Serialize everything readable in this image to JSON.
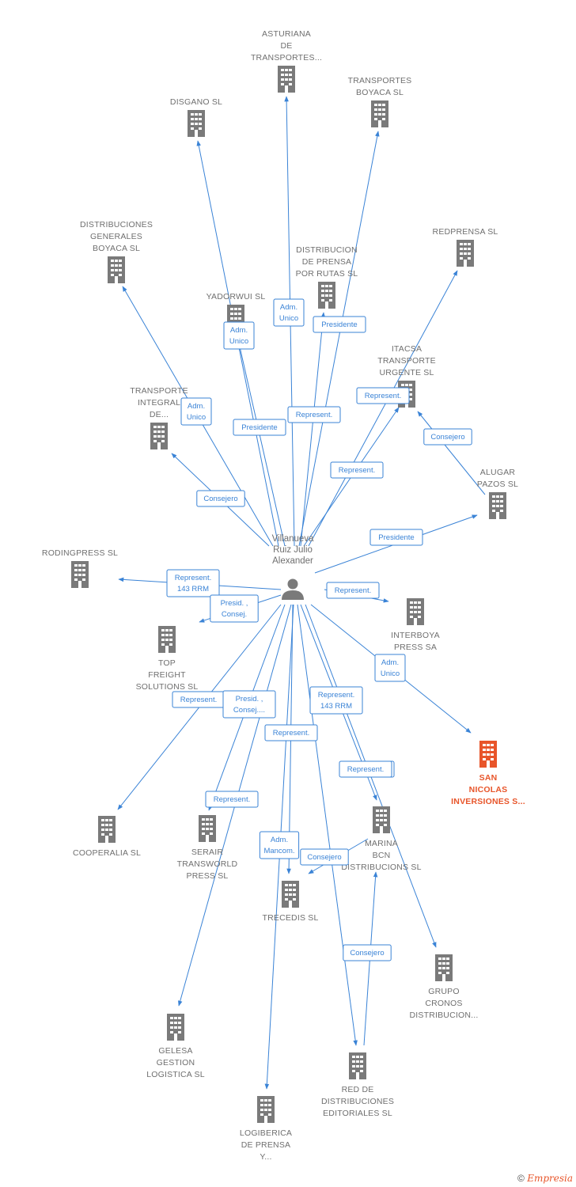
{
  "center": {
    "name_lines": [
      "Villanueva",
      "Ruiz Julio",
      "Alexander"
    ]
  },
  "colors": {
    "edge": "#3a83d6",
    "node": "#7a7a7a",
    "highlight": "#e8552a"
  },
  "nodes": [
    {
      "id": "asturiana",
      "lines": [
        "ASTURIANA",
        "DE",
        "TRANSPORTES..."
      ],
      "highlight": false
    },
    {
      "id": "transportes_boyaca",
      "lines": [
        "TRANSPORTES",
        "BOYACA SL"
      ],
      "highlight": false
    },
    {
      "id": "disgano",
      "lines": [
        "DISGANO SL"
      ],
      "highlight": false
    },
    {
      "id": "redprensa",
      "lines": [
        "REDPRENSA SL"
      ],
      "highlight": false
    },
    {
      "id": "distribuciones_generales",
      "lines": [
        "DISTRIBUCIONES",
        "GENERALES",
        "BOYACA SL"
      ],
      "highlight": false
    },
    {
      "id": "distribucion_prensa",
      "lines": [
        "DISTRIBUCION",
        "DE PRENSA",
        "POR RUTAS SL"
      ],
      "highlight": false
    },
    {
      "id": "yadorwui",
      "lines": [
        "YADORWUI SL"
      ],
      "highlight": false
    },
    {
      "id": "itacsa",
      "lines": [
        "ITACSA",
        "TRANSPORTE",
        "URGENTE SL"
      ],
      "highlight": false
    },
    {
      "id": "transporte_integral",
      "lines": [
        "TRANSPORTE",
        "INTEGRAL",
        "DE..."
      ],
      "highlight": false
    },
    {
      "id": "alugar",
      "lines": [
        "ALUGAR",
        "PAZOS SL"
      ],
      "highlight": false
    },
    {
      "id": "rodingpress",
      "lines": [
        "RODINGPRESS SL"
      ],
      "highlight": false
    },
    {
      "id": "interboya",
      "lines": [
        "INTERBOYA",
        "PRESS SA"
      ],
      "highlight": false
    },
    {
      "id": "top_freight",
      "lines": [
        "TOP",
        "FREIGHT",
        "SOLUTIONS SL"
      ],
      "highlight": false
    },
    {
      "id": "san_nicolas",
      "lines": [
        "SAN",
        "NICOLAS",
        "INVERSIONES S..."
      ],
      "highlight": true
    },
    {
      "id": "cooperalia",
      "lines": [
        "COOPERALIA SL"
      ],
      "highlight": false
    },
    {
      "id": "serair",
      "lines": [
        "SERAIR",
        "TRANSWORLD",
        "PRESS SL"
      ],
      "highlight": false
    },
    {
      "id": "marina_bcn",
      "lines": [
        "MARINA",
        "BCN",
        "DISTRIBUCIONS SL"
      ],
      "highlight": false
    },
    {
      "id": "trecedis",
      "lines": [
        "TRECEDIS SL"
      ],
      "highlight": false
    },
    {
      "id": "grupo_cronos",
      "lines": [
        "GRUPO",
        "CRONOS",
        "DISTRIBUCION..."
      ],
      "highlight": false
    },
    {
      "id": "gelesa",
      "lines": [
        "GELESA",
        "GESTION",
        "LOGISTICA SL"
      ],
      "highlight": false
    },
    {
      "id": "red_distribuciones",
      "lines": [
        "RED DE",
        "DISTRIBUCIONES",
        "EDITORIALES SL"
      ],
      "highlight": false
    },
    {
      "id": "logiberica",
      "lines": [
        "LOGIBERICA",
        "DE PRENSA",
        "Y..."
      ],
      "highlight": false
    }
  ],
  "edges": [
    {
      "from": "center",
      "to": "asturiana",
      "label_lines": [
        "Adm.",
        "Unico"
      ]
    },
    {
      "from": "center",
      "to": "transportes_boyaca",
      "label_lines": [
        "Represent."
      ]
    },
    {
      "from": "center",
      "to": "disgano",
      "label_lines": [
        "Presidente"
      ]
    },
    {
      "from": "center",
      "to": "redprensa",
      "label_lines": [
        "Represent."
      ]
    },
    {
      "from": "center",
      "to": "distribuciones_generales",
      "label_lines": [
        "Adm.",
        "Unico"
      ]
    },
    {
      "from": "center",
      "to": "distribucion_prensa",
      "label_lines": [
        "Presidente"
      ]
    },
    {
      "from": "center",
      "to": "yadorwui",
      "label_lines": [
        "Adm.",
        "Unico"
      ]
    },
    {
      "from": "center",
      "to": "itacsa",
      "label_lines": [
        "Represent."
      ]
    },
    {
      "from": "alugar",
      "to": "itacsa",
      "label_lines": [
        "Consejero"
      ]
    },
    {
      "from": "center",
      "to": "transporte_integral",
      "label_lines": [
        "Consejero"
      ]
    },
    {
      "from": "center",
      "to": "alugar",
      "label_lines": [
        "Presidente"
      ]
    },
    {
      "from": "center",
      "to": "rodingpress",
      "label_lines": [
        "Represent.",
        "143 RRM"
      ]
    },
    {
      "from": "center",
      "to": "top_freight",
      "label_lines": [
        "Presid. ,",
        "Consej."
      ]
    },
    {
      "from": "center",
      "to": "interboya",
      "label_lines": [
        "Represent."
      ]
    },
    {
      "from": "center",
      "to": "san_nicolas",
      "label_lines": [
        "Adm.",
        "Unico"
      ]
    },
    {
      "from": "center",
      "to": "cooperalia",
      "label_lines": [
        "Represent."
      ]
    },
    {
      "from": "center",
      "to": "serair",
      "label_lines": [
        "Presid. ,",
        "Consej...."
      ]
    },
    {
      "from": "center",
      "to": "red_distribuciones",
      "label_lines": [
        "Represent.",
        "143 RRM"
      ]
    },
    {
      "from": "center",
      "to": "gelesa",
      "label_lines": [
        "Represent."
      ]
    },
    {
      "from": "center",
      "to": "marina_bcn",
      "label_lines": [
        "Represent."
      ]
    },
    {
      "from": "center",
      "to": "logiberica",
      "label_lines": [
        "Represent."
      ]
    },
    {
      "from": "center",
      "to": "trecedis",
      "label_lines": [
        "Adm.",
        "Mancom."
      ]
    },
    {
      "from": "marina_bcn",
      "to": "trecedis",
      "label_lines": [
        "Consejero"
      ]
    },
    {
      "from": "center",
      "to": "grupo_cronos",
      "label_lines": [
        "Represent."
      ]
    },
    {
      "from": "red_distribuciones",
      "to": "marina_bcn",
      "label_lines": [
        "Consejero"
      ]
    }
  ],
  "footer": {
    "copyright": "©",
    "brand": "Empresia"
  }
}
